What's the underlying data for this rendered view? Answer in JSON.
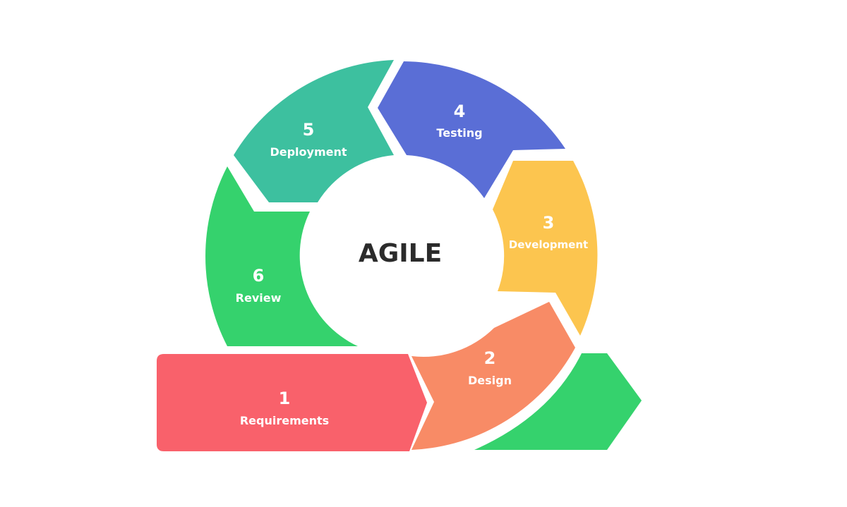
{
  "center_label": "AGILE",
  "stages": [
    {
      "number": "1",
      "label": "Requirements",
      "color": "#F9616B"
    },
    {
      "number": "2",
      "label": "Design",
      "color": "#F88B66"
    },
    {
      "number": "3",
      "label": "Development",
      "color": "#FCC54F"
    },
    {
      "number": "4",
      "label": "Testing",
      "color": "#5A6ED6"
    },
    {
      "number": "5",
      "label": "Deployment",
      "color": "#3DC09F"
    },
    {
      "number": "6",
      "label": "Review",
      "color": "#35D26D"
    }
  ],
  "exit_arrow_color": "#35D26D"
}
